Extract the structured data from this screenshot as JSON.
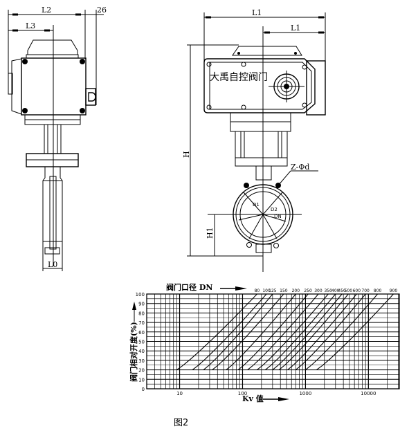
{
  "side_view": {
    "dims": {
      "l2": "L2",
      "l3": "L3",
      "offset": "26",
      "l0": "L0"
    }
  },
  "front_view": {
    "dims": {
      "l1_total": "L1",
      "l1_half": "L1",
      "h": "H",
      "h1": "H1",
      "bolt": "Z-Φd",
      "d1": "D1",
      "d2": "D2",
      "dn": "DN"
    },
    "brand_text": "大禹自控阀门"
  },
  "figure_caption": "图2",
  "chart_data": {
    "type": "line",
    "title": "阀门口径 DN",
    "xlabel": "Kv 值",
    "ylabel": "阀门相对开度(%)",
    "xscale": "log",
    "xlim": [
      3,
      31000
    ],
    "ylim": [
      0,
      100
    ],
    "xticks": [
      {
        "v": 10,
        "label": "10"
      },
      {
        "v": 100,
        "label": "100"
      },
      {
        "v": 1000,
        "label": "1000"
      },
      {
        "v": 10000,
        "label": "10000"
      }
    ],
    "yticks": [
      0,
      10,
      20,
      30,
      40,
      50,
      60,
      70,
      80,
      90,
      100
    ],
    "grid": true,
    "series": [
      {
        "name": "80",
        "kv_at_20": 9,
        "kv_at_100": 170
      },
      {
        "name": "100",
        "kv_at_20": 16,
        "kv_at_100": 240
      },
      {
        "name": "125",
        "kv_at_20": 24,
        "kv_at_100": 300
      },
      {
        "name": "150",
        "kv_at_20": 33,
        "kv_at_100": 450
      },
      {
        "name": "200",
        "kv_at_20": 55,
        "kv_at_100": 700
      },
      {
        "name": "250",
        "kv_at_20": 85,
        "kv_at_100": 1100
      },
      {
        "name": "300",
        "kv_at_20": 120,
        "kv_at_100": 1600
      },
      {
        "name": "350",
        "kv_at_20": 170,
        "kv_at_100": 2300
      },
      {
        "name": "400",
        "kv_at_20": 230,
        "kv_at_100": 3000
      },
      {
        "name": "450",
        "kv_at_20": 300,
        "kv_at_100": 3800
      },
      {
        "name": "500",
        "kv_at_20": 380,
        "kv_at_100": 4800
      },
      {
        "name": "600",
        "kv_at_20": 520,
        "kv_at_100": 6500
      },
      {
        "name": "700",
        "kv_at_20": 700,
        "kv_at_100": 9000
      },
      {
        "name": "800",
        "kv_at_20": 1000,
        "kv_at_100": 14000
      },
      {
        "name": "900",
        "kv_at_20": 1500,
        "kv_at_100": 25000
      }
    ]
  }
}
